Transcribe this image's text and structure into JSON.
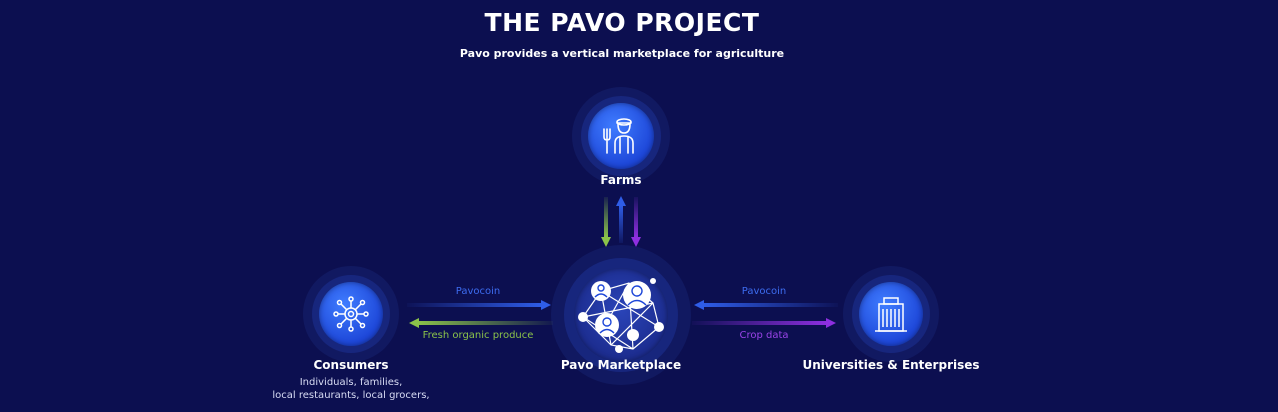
{
  "title": "THE PAVO PROJECT",
  "subtitle": "Pavo provides a vertical marketplace for agriculture",
  "nodes": {
    "farms": {
      "label": "Farms",
      "icon": "farmer-icon"
    },
    "marketplace": {
      "label": "Pavo Marketplace",
      "icon": "network-icon"
    },
    "consumers": {
      "label": "Consumers",
      "desc_line1": "Individuals, families,",
      "desc_line2": "local restaurants, local grocers,",
      "icon": "hub-icon"
    },
    "universities": {
      "label": "Universities & Enterprises",
      "icon": "building-icon"
    }
  },
  "flows": {
    "consumers_top": "Pavocoin",
    "consumers_bottom": "Fresh organic produce",
    "universities_top": "Pavocoin",
    "universities_bottom": "Crop data"
  },
  "colors": {
    "background": "#0c0f50",
    "green": "#8bc34a",
    "blue": "#2f5de8",
    "purple": "#8e2fe0"
  }
}
